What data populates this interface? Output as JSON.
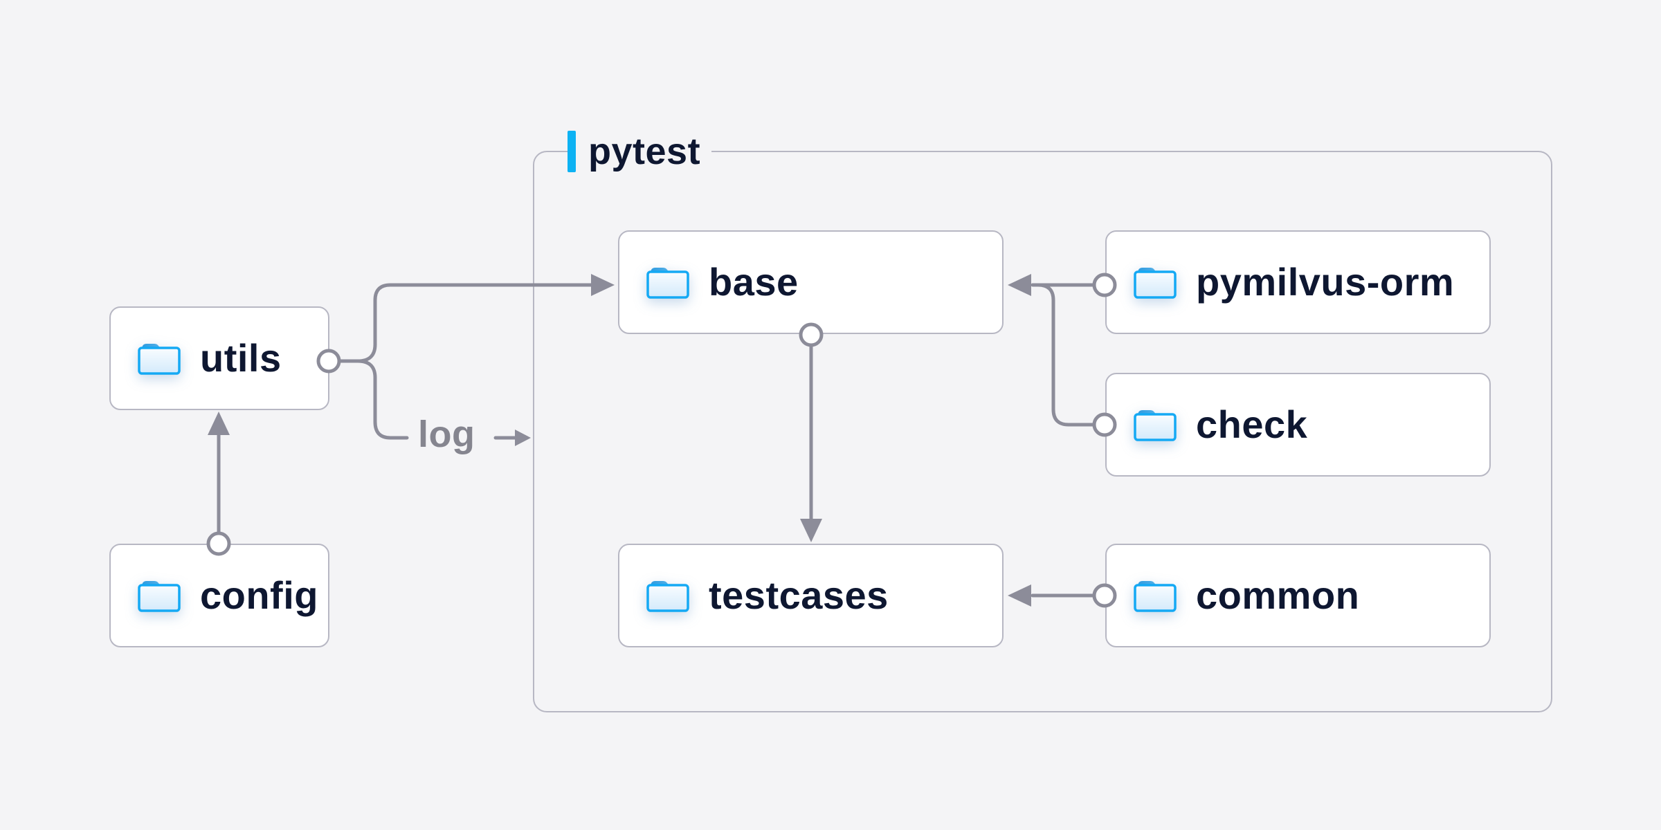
{
  "group": {
    "label": "pytest",
    "accent_bar_color": "#0db2f3"
  },
  "nodes": [
    {
      "id": "utils",
      "label": "utils",
      "icon": "folder-icon",
      "inside_group": false
    },
    {
      "id": "config",
      "label": "config",
      "icon": "folder-icon",
      "inside_group": false
    },
    {
      "id": "base",
      "label": "base",
      "icon": "folder-icon",
      "inside_group": true
    },
    {
      "id": "testcases",
      "label": "testcases",
      "icon": "folder-icon",
      "inside_group": true
    },
    {
      "id": "pymilvus-orm",
      "label": "pymilvus-orm",
      "icon": "folder-icon",
      "inside_group": true
    },
    {
      "id": "check",
      "label": "check",
      "icon": "folder-icon",
      "inside_group": true
    },
    {
      "id": "common",
      "label": "common",
      "icon": "folder-icon",
      "inside_group": true
    }
  ],
  "edges": [
    {
      "from": "config",
      "to": "utils",
      "label": ""
    },
    {
      "from": "utils",
      "to": "pytest",
      "label": "log"
    },
    {
      "from": "utils",
      "to": "base",
      "label": ""
    },
    {
      "from": "pymilvus-orm",
      "to": "base",
      "label": ""
    },
    {
      "from": "check",
      "to": "base",
      "label": ""
    },
    {
      "from": "base",
      "to": "testcases",
      "label": ""
    },
    {
      "from": "common",
      "to": "testcases",
      "label": ""
    }
  ],
  "colors": {
    "background": "#f4f4f6",
    "node_fill": "#ffffff",
    "node_border": "#b7b7c3",
    "node_text": "#0e1731",
    "wire": "#8c8c99",
    "edge_label_text": "#85858f",
    "accent_blue": "#0db2f3",
    "folder_outline": "#14a9f4",
    "folder_tab": "#2e9be0",
    "folder_body_light": "#f8fcff",
    "folder_body_shade": "#d3eafb"
  }
}
